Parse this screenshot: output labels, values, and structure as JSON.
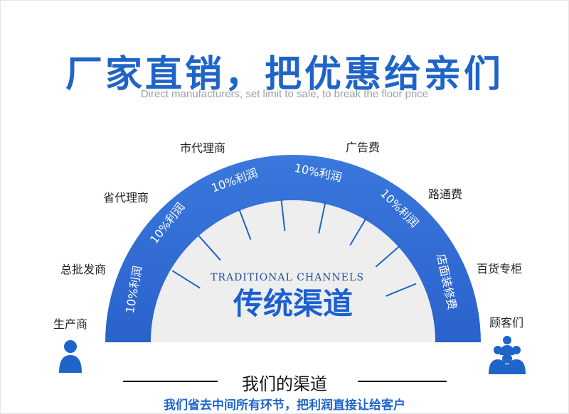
{
  "header": {
    "title": "厂家直销，把优惠给亲们",
    "subtitle": "Direct manufacturers, set limit to sale, to break the floor price"
  },
  "channels": {
    "left_label": "生产商",
    "right_label": "顾客们",
    "outer_labels": [
      "总批发商",
      "省代理商",
      "市代理商",
      "广告费",
      "路通费",
      "百货专柜"
    ],
    "arc_segments": [
      "10%利润",
      "10%利润",
      "10%利润",
      "10%利润",
      "10%利润",
      "店面装修费"
    ],
    "center_en": "TRADITIONAL CHANNELS",
    "center_cn": "传统渠道"
  },
  "footer": {
    "title": "我们的渠道",
    "subtitle": "我们省去中间所有环节，把利润直接让给客户"
  },
  "colors": {
    "accent": "#1f64c8",
    "arc_blue": "#2d68d4",
    "inner_gray": "#eeeeef"
  },
  "icons": {
    "left": "person-icon",
    "right": "people-group-icon"
  }
}
